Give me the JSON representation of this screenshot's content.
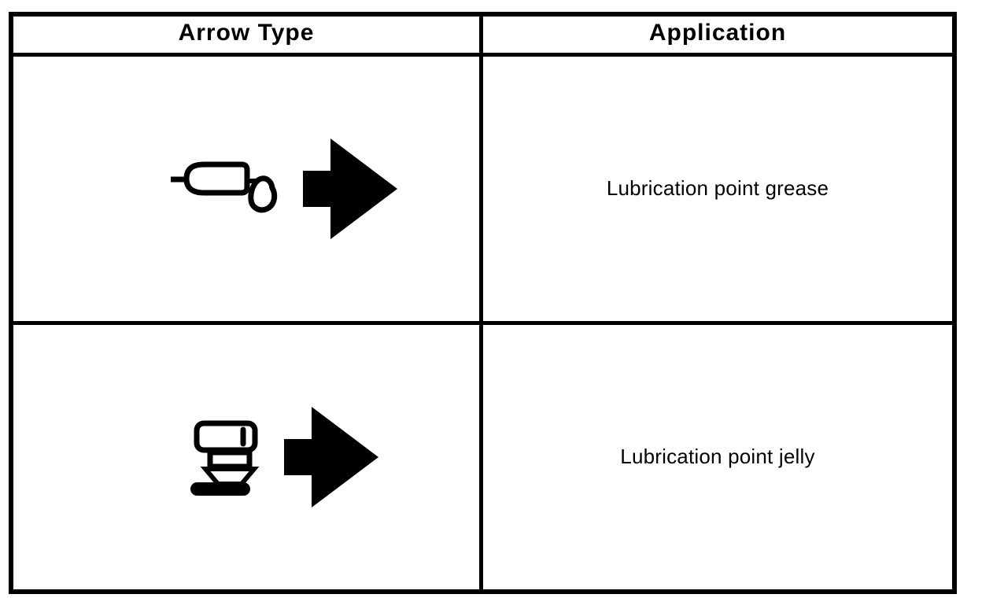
{
  "colors": {
    "ink": "#000000",
    "paper": "#ffffff"
  },
  "table": {
    "headers": {
      "arrow_type": "Arrow Type",
      "application": "Application"
    },
    "rows": [
      {
        "arrow_type_icons": [
          "grease-gun-icon",
          "solid-right-arrow-icon"
        ],
        "application": "Lubrication point grease"
      },
      {
        "arrow_type_icons": [
          "jelly-applicator-icon",
          "solid-right-arrow-icon"
        ],
        "application": "Lubrication point jelly"
      }
    ]
  }
}
